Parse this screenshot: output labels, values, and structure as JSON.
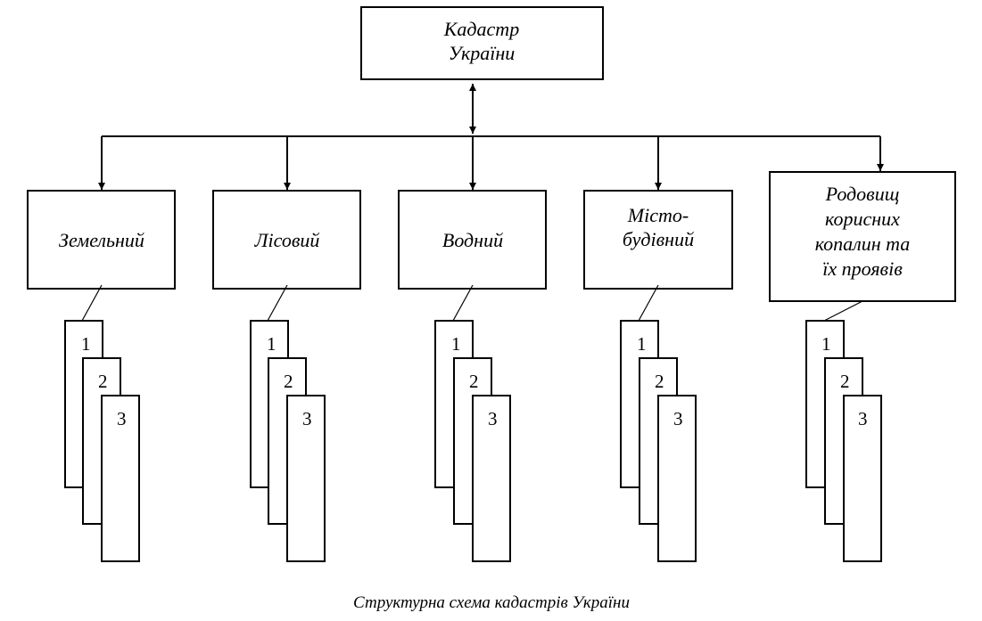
{
  "root": {
    "label_lines": [
      "Кадастр",
      "України"
    ]
  },
  "children": [
    {
      "label_lines": [
        "Земельний"
      ]
    },
    {
      "label_lines": [
        "Лісовий"
      ]
    },
    {
      "label_lines": [
        "Водний"
      ]
    },
    {
      "label_lines": [
        "Місто-",
        "будівний"
      ]
    },
    {
      "label_lines": [
        "Родовищ",
        "корисних",
        "копалин та",
        "їх проявів"
      ]
    }
  ],
  "sheet_labels": [
    "1",
    "2",
    "3"
  ],
  "caption": "Структурна схема кадастрів України"
}
